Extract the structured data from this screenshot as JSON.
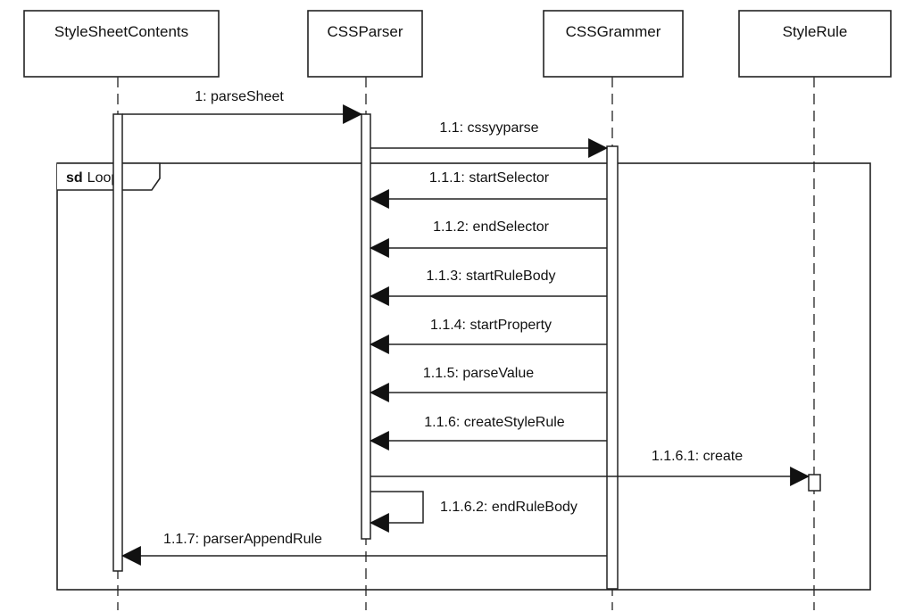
{
  "participants": [
    {
      "id": "p0",
      "name": "StyleSheetContents"
    },
    {
      "id": "p1",
      "name": "CSSParser"
    },
    {
      "id": "p2",
      "name": "CSSGrammer"
    },
    {
      "id": "p3",
      "name": "StyleRule"
    }
  ],
  "frame": {
    "keyword": "sd",
    "title": "Loop"
  },
  "messages": [
    {
      "label": "1: parseSheet"
    },
    {
      "label": "1.1: cssyyparse"
    },
    {
      "label": "1.1.1: startSelector"
    },
    {
      "label": "1.1.2: endSelector"
    },
    {
      "label": "1.1.3: startRuleBody"
    },
    {
      "label": "1.1.4: startProperty"
    },
    {
      "label": "1.1.5: parseValue"
    },
    {
      "label": "1.1.6: createStyleRule"
    },
    {
      "label": "1.1.6.1: create"
    },
    {
      "label": "1.1.6.2: endRuleBody"
    },
    {
      "label": "1.1.7: parserAppendRule"
    }
  ]
}
